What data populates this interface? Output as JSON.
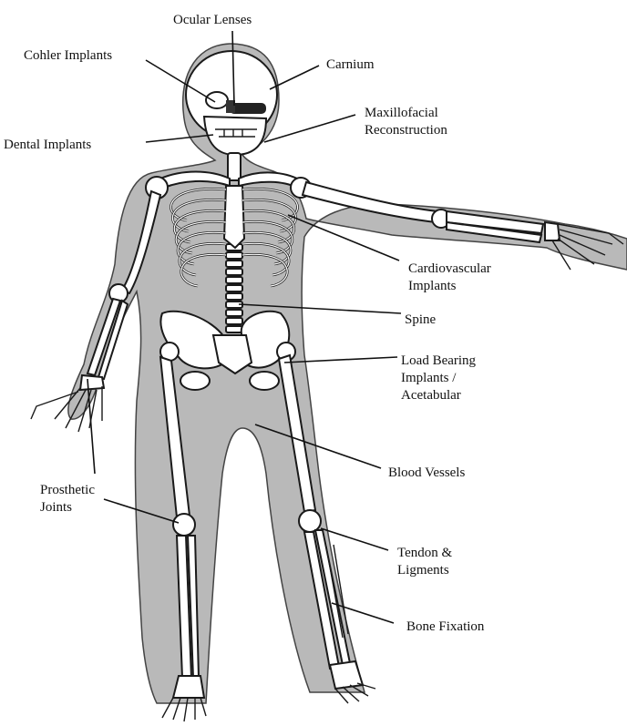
{
  "labels": {
    "ocular_lenses": "Ocular Lenses",
    "cohler_implants": "Cohler Implants",
    "carnium": "Carnium",
    "dental_implants": "Dental Implants",
    "maxillofacial_line1": "Maxillofacial",
    "maxillofacial_line2": "Reconstruction",
    "cardiovascular_line1": "Cardiovascular",
    "cardiovascular_line2": "Implants",
    "spine": "Spine",
    "load_bearing_line1": "Load Bearing",
    "load_bearing_line2": "Implants /",
    "load_bearing_line3": "Acetabular",
    "blood_vessels": "Blood Vessels",
    "prosthetic_line1": "Prosthetic",
    "prosthetic_line2": "Joints",
    "tendon_line1": "Tendon &",
    "tendon_line2": "Ligments",
    "bone_fixation": "Bone Fixation"
  },
  "colors": {
    "body_silhouette": "#b9b9b9",
    "bone_fill": "#ffffff",
    "outline": "#1a1a1a",
    "label_text": "#111111"
  }
}
